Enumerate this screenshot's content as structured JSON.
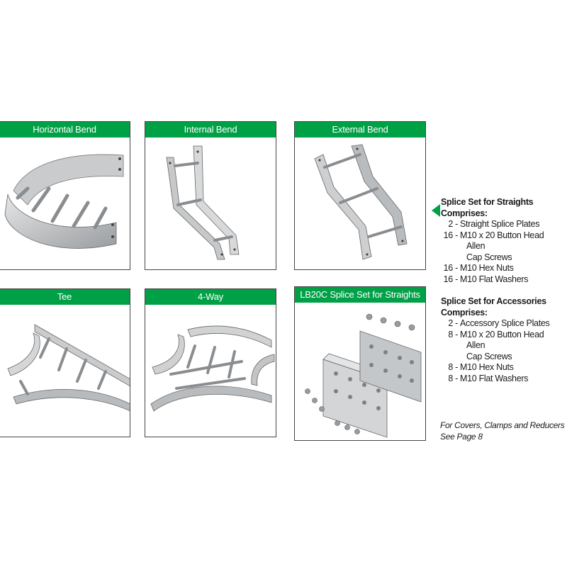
{
  "colors": {
    "accent": "#00a046",
    "metal_light": "#d2d4d6",
    "metal_dark": "#8e9194"
  },
  "panels": [
    {
      "title": "Horizontal Bend",
      "icon": "horizontal-bend-tray"
    },
    {
      "title": "Internal Bend",
      "icon": "internal-bend-tray"
    },
    {
      "title": "External Bend",
      "icon": "external-bend-tray"
    },
    {
      "title": "Tee",
      "icon": "tee-tray"
    },
    {
      "title": "4-Way",
      "icon": "four-way-tray"
    },
    {
      "title": "LB20C Splice Set for Straights",
      "icon": "splice-set-kit"
    }
  ],
  "splice_straights": {
    "title_line1": "Splice Set for Straights",
    "title_line2": "Comprises:",
    "items": [
      {
        "qty": "2 -",
        "text": "Straight Splice Plates"
      },
      {
        "qty": "16 -",
        "text": "M10 x 20 Button Head"
      }
    ],
    "cont1": "Allen",
    "cont2": "Cap Screws",
    "items2": [
      {
        "qty": "16 -",
        "text": "M10 Hex Nuts"
      },
      {
        "qty": "16 -",
        "text": "M10 Flat Washers"
      }
    ]
  },
  "splice_accessories": {
    "title_line1": "Splice Set for Accessories",
    "title_line2": "Comprises:",
    "items": [
      {
        "qty": "2 -",
        "text": "Accessory Splice Plates"
      },
      {
        "qty": "8 -",
        "text": "M10 x 20 Button Head"
      }
    ],
    "cont1": "Allen",
    "cont2": "Cap Screws",
    "items2": [
      {
        "qty": "8 -",
        "text": "M10 Hex Nuts"
      },
      {
        "qty": "8 -",
        "text": "M10 Flat Washers"
      }
    ]
  },
  "note": {
    "line1": "For Covers, Clamps and Reducers",
    "line2": "See Page 8"
  }
}
